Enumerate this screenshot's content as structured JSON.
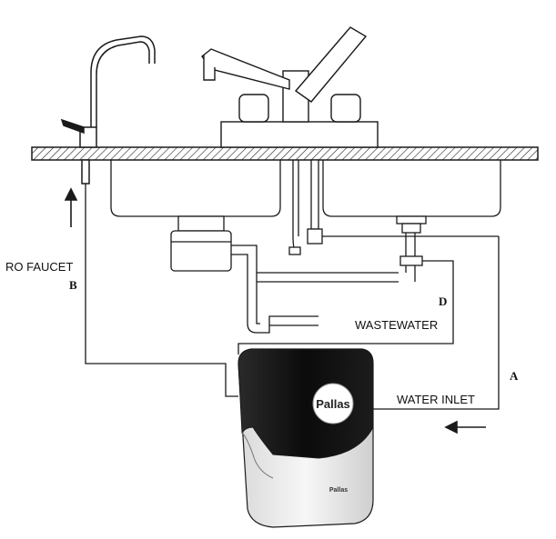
{
  "labels": {
    "ro_faucet": "RO FAUCET",
    "b": "B",
    "d": "D",
    "wastewater": "WASTEWATER",
    "a": "A",
    "water_inlet": "WATER INLET"
  },
  "unit": {
    "logo_front": "Pallas",
    "logo_base": "Pallas"
  },
  "colors": {
    "line": "#1a1a1a",
    "unit_body": "#111111",
    "unit_base": "#f2f2f2"
  }
}
